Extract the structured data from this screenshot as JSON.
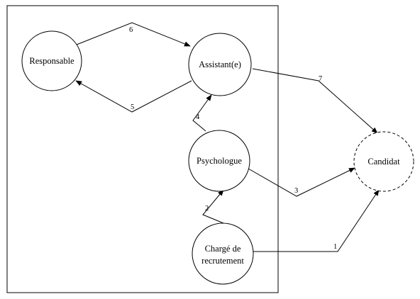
{
  "diagram": {
    "nodes": {
      "responsable": {
        "label": "Responsable"
      },
      "assistant": {
        "label": "Assistant(e)"
      },
      "psychologue": {
        "label": "Psychologue"
      },
      "charge": {
        "line1": "Chargé de",
        "line2": "recrutement"
      },
      "candidat": {
        "label": "Candidat"
      }
    },
    "edges": {
      "e1": {
        "label": "1"
      },
      "e2": {
        "label": "2"
      },
      "e3": {
        "label": "3"
      },
      "e4": {
        "label": "4"
      },
      "e5": {
        "label": "5"
      },
      "e6": {
        "label": "6"
      },
      "e7": {
        "label": "7"
      }
    }
  }
}
